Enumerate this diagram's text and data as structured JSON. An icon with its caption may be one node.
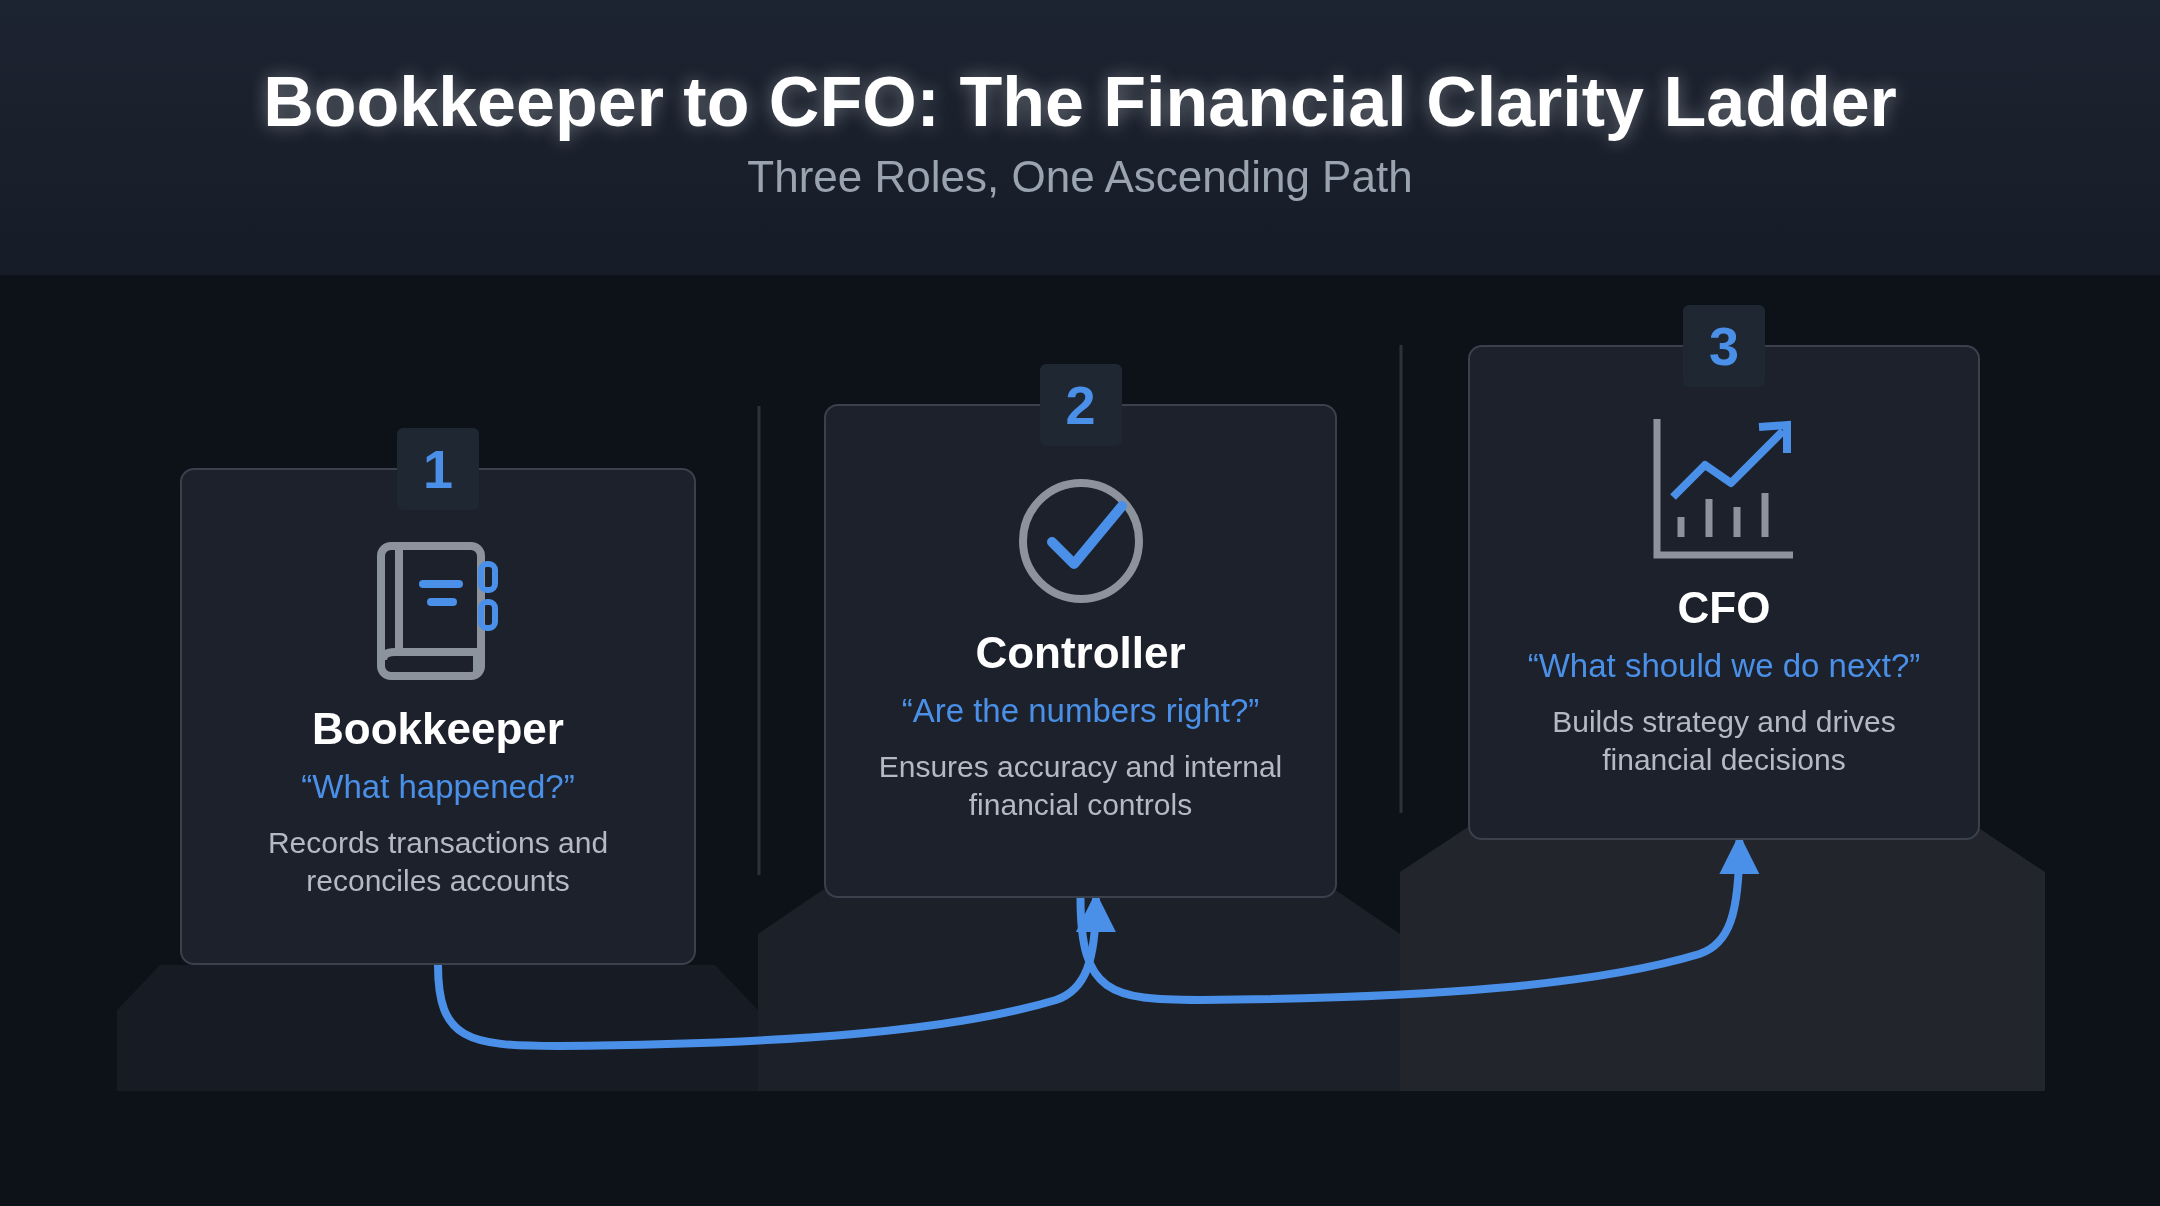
{
  "diagram": {
    "title": "Bookkeeper to CFO: The Financial Clarity Ladder",
    "nodes": [
      {
        "text": [
          "1",
          "Bookkeeper",
          "“What happened?”",
          "Records transactions and reconciles accounts"
        ]
      },
      {
        "text": [
          "2",
          "Controller",
          "“Are the numbers right?”",
          "Ensures accuracy and internal financial controls"
        ]
      },
      {
        "text": [
          "3",
          "CFO",
          "“What should we do next?”",
          "Builds strategy and drives financial decisions"
        ]
      }
    ],
    "edges": [
      {
        "from": 0,
        "to": 1,
        "arrow": "to"
      },
      {
        "from": 1,
        "to": 2,
        "arrow": "to"
      }
    ],
    "labels": [
      "Three Roles, One Ascending Path"
    ]
  }
}
